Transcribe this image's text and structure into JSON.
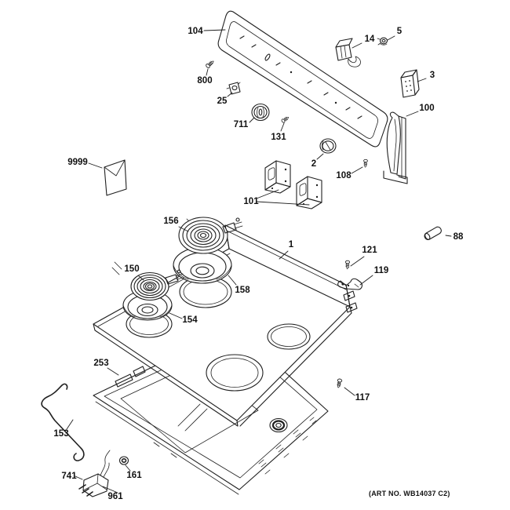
{
  "diagram": {
    "art_no": "(ART NO. WB14037 C2)",
    "ink_color": "#1f1f1f",
    "paper_color": "#ffffff",
    "labels": {
      "104": "104",
      "800": "800",
      "25": "25",
      "711": "711",
      "131": "131",
      "14": "14",
      "5": "5",
      "3": "3",
      "100": "100",
      "2": "2",
      "108": "108",
      "101": "101",
      "9999": "9999",
      "156": "156",
      "1": "1",
      "88": "88",
      "121": "121",
      "119": "119",
      "150": "150",
      "158": "158",
      "154": "154",
      "253": "253",
      "117": "117",
      "153": "153",
      "741": "741",
      "961": "961",
      "161": "161"
    }
  }
}
